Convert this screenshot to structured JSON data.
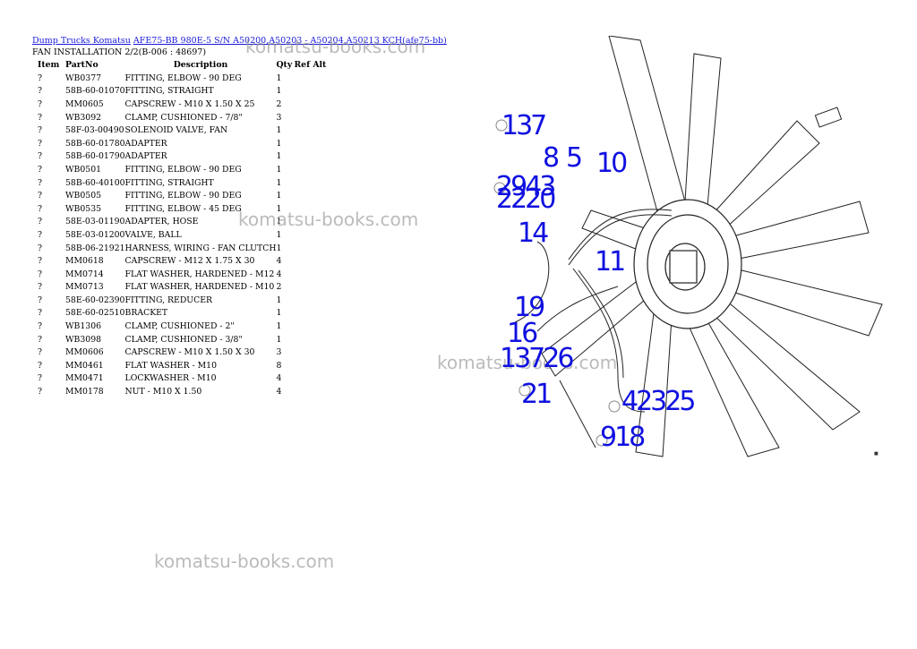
{
  "breadcrumb": {
    "link1": "Dump Trucks Komatsu",
    "link2": "AFE75-BB 980E-5 S/N A50200,A50203 - A50204,A50213 KCH(afe75-bb)"
  },
  "page_title": "FAN INSTALLATION 2/2(B-006 : 48697)",
  "table": {
    "headers": {
      "item": "Item",
      "partno": "PartNo",
      "description": "Description",
      "qty": "Qty",
      "refalt": "Ref Alt"
    },
    "rows": [
      {
        "item": "?",
        "partno": "WB0377",
        "description": "FITTING, ELBOW - 90 DEG",
        "qty": "1"
      },
      {
        "item": "?",
        "partno": "58B-60-01070",
        "description": "FITTING, STRAIGHT",
        "qty": "1"
      },
      {
        "item": "?",
        "partno": "MM0605",
        "description": "CAPSCREW - M10 X 1.50 X 25",
        "qty": "2"
      },
      {
        "item": "?",
        "partno": "WB3092",
        "description": "CLAMP, CUSHIONED - 7/8\"",
        "qty": "3"
      },
      {
        "item": "?",
        "partno": "58F-03-00490",
        "description": "SOLENOID VALVE, FAN",
        "qty": "1"
      },
      {
        "item": "?",
        "partno": "58B-60-01780",
        "description": "ADAPTER",
        "qty": "1"
      },
      {
        "item": "?",
        "partno": "58B-60-01790",
        "description": "ADAPTER",
        "qty": "1"
      },
      {
        "item": "?",
        "partno": "WB0501",
        "description": "FITTING, ELBOW - 90 DEG",
        "qty": "1"
      },
      {
        "item": "?",
        "partno": "58B-60-40100",
        "description": "FITTING, STRAIGHT",
        "qty": "1"
      },
      {
        "item": "?",
        "partno": "WB0505",
        "description": "FITTING, ELBOW - 90 DEG",
        "qty": "1"
      },
      {
        "item": "?",
        "partno": "WB0535",
        "description": "FITTING, ELBOW - 45 DEG",
        "qty": "1"
      },
      {
        "item": "?",
        "partno": "58E-03-01190",
        "description": "ADAPTER, HOSE",
        "qty": "1"
      },
      {
        "item": "?",
        "partno": "58E-03-01200",
        "description": "VALVE, BALL",
        "qty": "1"
      },
      {
        "item": "?",
        "partno": "58B-06-21921",
        "description": "HARNESS, WIRING - FAN CLUTCH",
        "qty": "1"
      },
      {
        "item": "?",
        "partno": "MM0618",
        "description": "CAPSCREW - M12 X 1.75 X 30",
        "qty": "4"
      },
      {
        "item": "?",
        "partno": "MM0714",
        "description": "FLAT WASHER, HARDENED - M12",
        "qty": "4"
      },
      {
        "item": "?",
        "partno": "MM0713",
        "description": "FLAT WASHER, HARDENED - M10",
        "qty": "2"
      },
      {
        "item": "?",
        "partno": "58E-60-02390",
        "description": "FITTING, REDUCER",
        "qty": "1"
      },
      {
        "item": "?",
        "partno": "58E-60-02510",
        "description": "BRACKET",
        "qty": "1"
      },
      {
        "item": "?",
        "partno": "WB1306",
        "description": "CLAMP, CUSHIONED - 2\"",
        "qty": "1"
      },
      {
        "item": "?",
        "partno": "WB3098",
        "description": "CLAMP, CUSHIONED - 3/8\"",
        "qty": "1"
      },
      {
        "item": "?",
        "partno": "MM0606",
        "description": "CAPSCREW - M10 X 1.50 X 30",
        "qty": "3"
      },
      {
        "item": "?",
        "partno": "MM0461",
        "description": "FLAT WASHER - M10",
        "qty": "8"
      },
      {
        "item": "?",
        "partno": "MM0471",
        "description": "LOCKWASHER - M10",
        "qty": "4"
      },
      {
        "item": "?",
        "partno": "MM0178",
        "description": "NUT - M10 X 1.50",
        "qty": "4"
      }
    ]
  },
  "watermark": "komatsu-books.com",
  "diagram": {
    "callouts": [
      "137",
      "8",
      "5",
      "10",
      "2943",
      "2220",
      "14",
      "11",
      "19",
      "16",
      "13726",
      "21",
      "42325",
      "918"
    ],
    "corner_mark": "■"
  },
  "colors": {
    "link": "#1a1adc",
    "callout": "#1010e0",
    "watermark": "#969696"
  }
}
